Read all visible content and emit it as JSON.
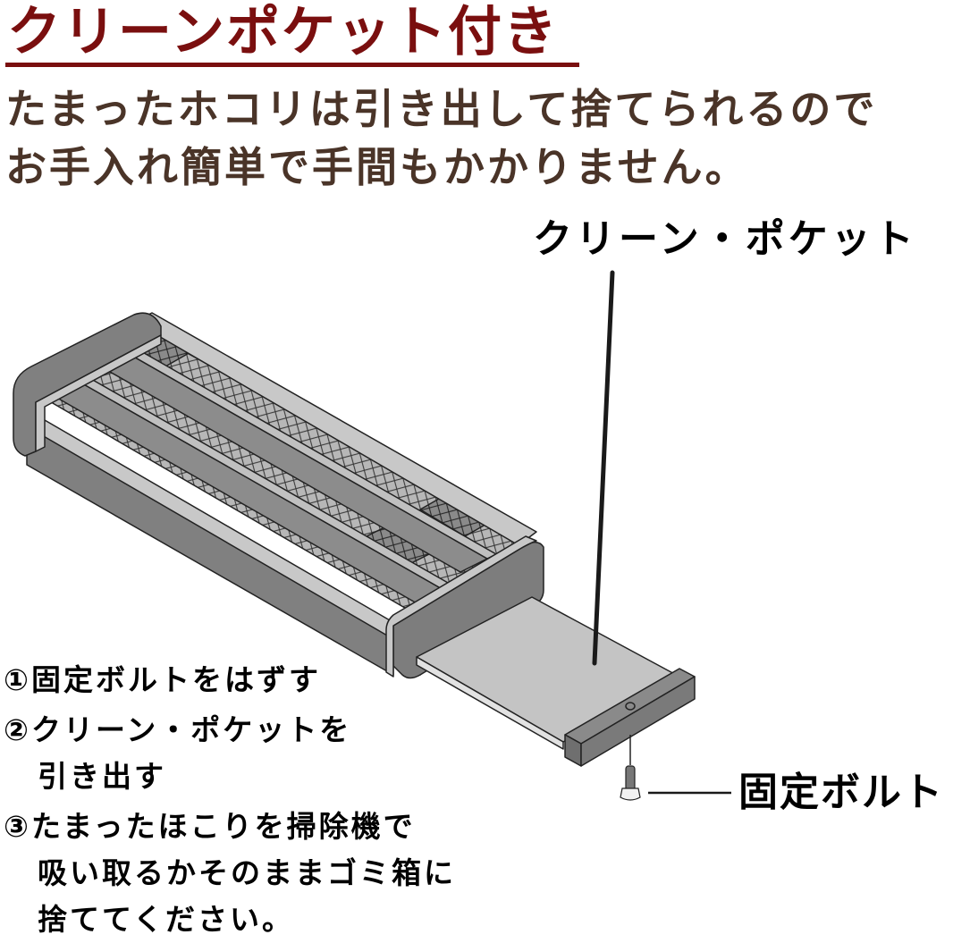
{
  "header": {
    "title": "クリーンポケット付き",
    "title_color": "#7a0f0f",
    "subtitle_lines": [
      "たまったホコリは引き出して捨てられるので",
      "お手入れ簡単で手間もかかりません。"
    ],
    "subtitle_color": "#4a3428"
  },
  "diagram": {
    "pocket_label": "クリーン・ポケット",
    "bolt_label": "固定ボルト",
    "label_color": "#111111",
    "body_color": "#7d7d7d",
    "frame_color": "#bdbdbd",
    "tray_color": "#c4c4c4"
  },
  "steps": [
    {
      "number": "①",
      "lines": [
        "固定ボルトをはずす"
      ]
    },
    {
      "number": "②",
      "lines": [
        "クリーン・ポケットを",
        "引き出す"
      ]
    },
    {
      "number": "③",
      "lines": [
        "たまったほこりを掃除機で",
        "吸い取るかそのままゴミ箱に",
        "捨ててください。"
      ]
    }
  ]
}
